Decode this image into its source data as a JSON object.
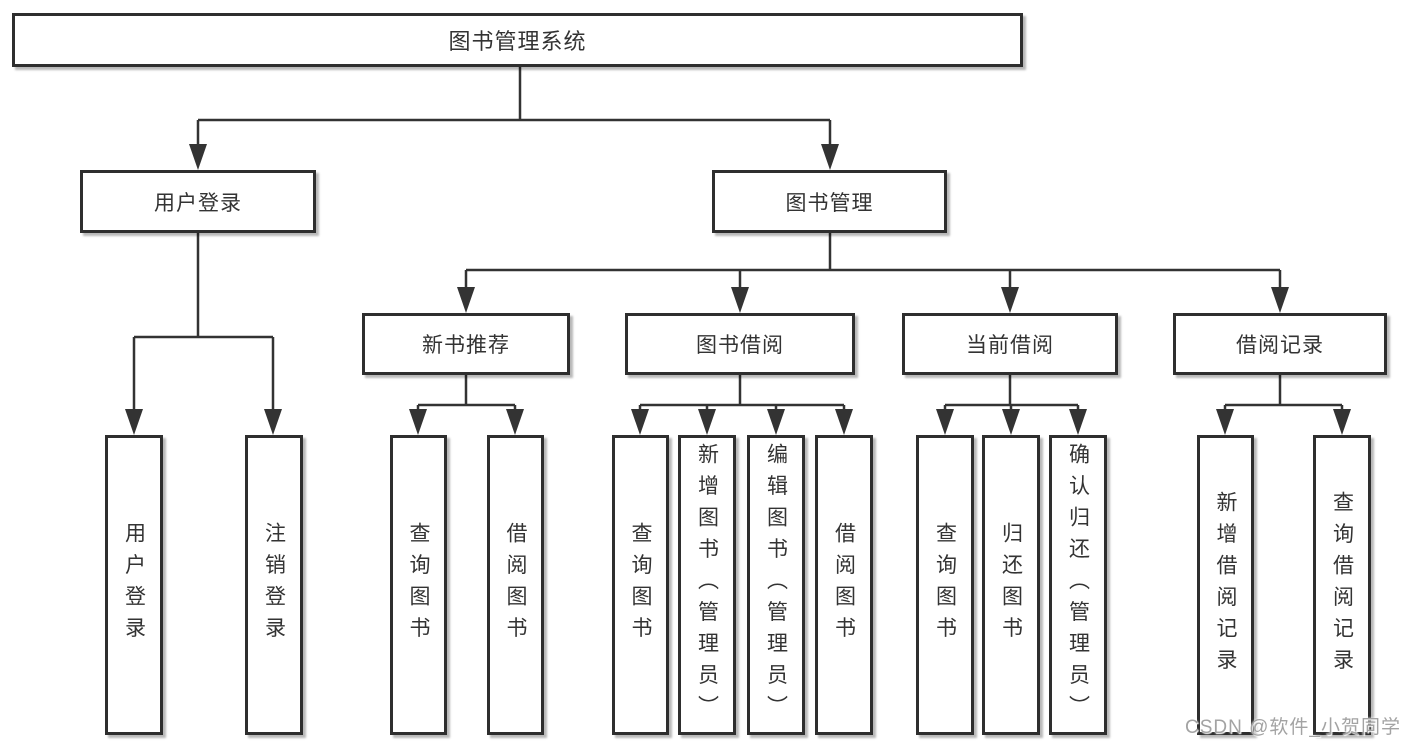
{
  "diagram": {
    "title": "图书管理系统",
    "nodes": {
      "root": "图书管理系统",
      "user_login": "用户登录",
      "book_mgmt": "图书管理",
      "new_rec": "新书推荐",
      "book_borrow": "图书借阅",
      "current_borrow": "当前借阅",
      "borrow_records": "借阅记录",
      "leaf_user_login": "用户登录",
      "leaf_logout": "注销登录",
      "leaf_rec_query": "查询图书",
      "leaf_rec_borrow": "借阅图书",
      "leaf_bb_query": "查询图书",
      "leaf_bb_add": "新增图书（管理员）",
      "leaf_bb_edit": "编辑图书（管理员）",
      "leaf_bb_borrow": "借阅图书",
      "leaf_cb_query": "查询图书",
      "leaf_cb_return": "归还图书",
      "leaf_cb_confirm": "确认归还（管理员）",
      "leaf_br_add": "新增借阅记录",
      "leaf_br_query": "查询借阅记录"
    },
    "edges": [
      "图书管理系统→用户登录",
      "图书管理系统→图书管理",
      "用户登录→用户登录",
      "用户登录→注销登录",
      "图书管理→新书推荐",
      "图书管理→图书借阅",
      "图书管理→当前借阅",
      "图书管理→借阅记录",
      "新书推荐→查询图书",
      "新书推荐→借阅图书",
      "图书借阅→查询图书",
      "图书借阅→新增图书（管理员）",
      "图书借阅→编辑图书（管理员）",
      "图书借阅→借阅图书",
      "当前借阅→查询图书",
      "当前借阅→归还图书",
      "当前借阅→确认归还（管理员）",
      "借阅记录→新增借阅记录",
      "借阅记录→查询借阅记录"
    ]
  },
  "watermark": "CSDN @软件_小贺同学",
  "colors": {
    "line": "#333333",
    "border": "#2e2e2e",
    "text": "#333333",
    "watermark": "#a3a3a3",
    "background": "#ffffff"
  }
}
